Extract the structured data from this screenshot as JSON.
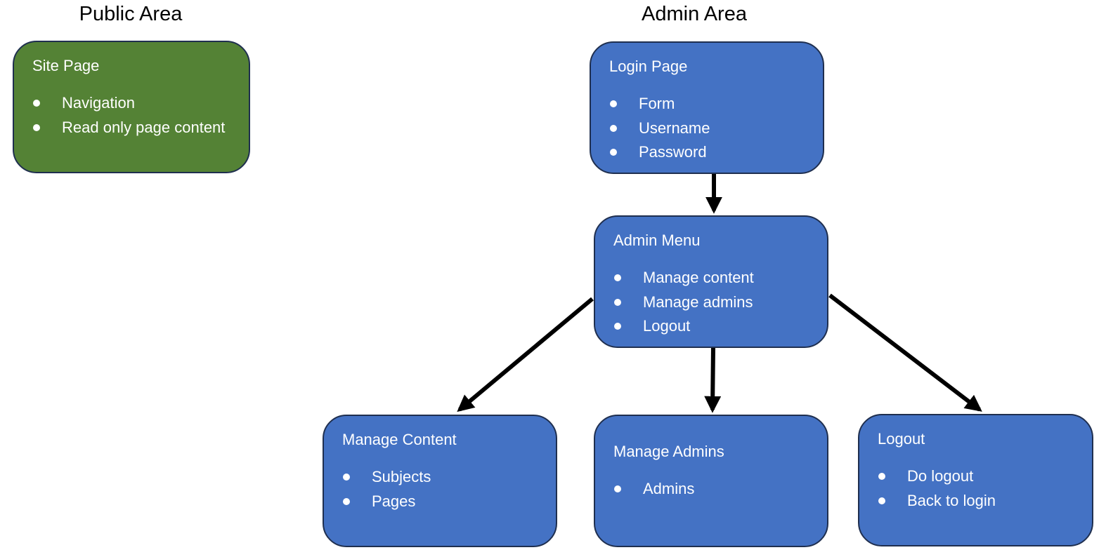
{
  "titles": {
    "public": "Public Area",
    "admin": "Admin Area"
  },
  "colors": {
    "public_box": "#548235",
    "admin_box": "#4472c4",
    "border": "#1f2f4f",
    "arrow": "#000000",
    "text_on_box": "#ffffff"
  },
  "boxes": {
    "site": {
      "title": "Site Page",
      "items": [
        "Navigation",
        "Read only page content"
      ]
    },
    "login": {
      "title": "Login Page",
      "items": [
        "Form",
        "Username",
        "Password"
      ]
    },
    "menu": {
      "title": "Admin Menu",
      "items": [
        "Manage content",
        "Manage admins",
        "Logout"
      ]
    },
    "content": {
      "title": "Manage Content",
      "items": [
        "Subjects",
        "Pages"
      ]
    },
    "admins": {
      "title": "Manage Admins",
      "items": [
        "Admins"
      ]
    },
    "logout": {
      "title": "Logout",
      "items": [
        "Do logout",
        "Back to login"
      ]
    }
  },
  "connections": [
    {
      "from": "login",
      "to": "menu"
    },
    {
      "from": "menu",
      "to": "content"
    },
    {
      "from": "menu",
      "to": "admins"
    },
    {
      "from": "menu",
      "to": "logout"
    }
  ]
}
